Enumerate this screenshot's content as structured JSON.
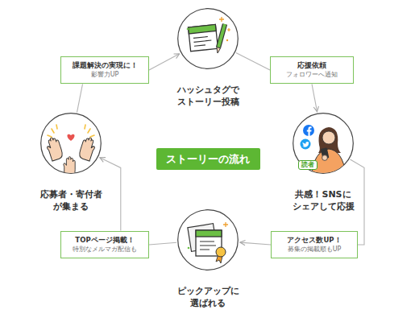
{
  "diagram": {
    "nodes": [
      {
        "text": [
          "ハッシュタグで ストーリー投稿"
        ]
      },
      {
        "text": [
          "応援依頼",
          "フォロワーへ通知"
        ]
      },
      {
        "text": [
          "共感！SNSに シェアして応援"
        ]
      },
      {
        "text": [
          "アクセス数UP！",
          "募集の掲載順もUP"
        ]
      },
      {
        "text": [
          "ピックアップに 選ばれる"
        ]
      },
      {
        "text": [
          "TOPページ掲載！",
          "特別なメルマガ配信も"
        ]
      },
      {
        "text": [
          "応募者・寄付者 が集まる"
        ]
      },
      {
        "text": [
          "課題解決の実現に！",
          "影響力UP"
        ]
      },
      {
        "text": [
          "ストーリーの流れ"
        ]
      }
    ],
    "edges": [
      {
        "from": 0,
        "to": 1,
        "arrow": "none"
      },
      {
        "from": 1,
        "to": 2,
        "arrow": "to"
      },
      {
        "from": 2,
        "to": 3,
        "arrow": "none"
      },
      {
        "from": 3,
        "to": 4,
        "arrow": "to"
      },
      {
        "from": 4,
        "to": 5,
        "arrow": "none"
      },
      {
        "from": 5,
        "to": 6,
        "arrow": "to"
      },
      {
        "from": 6,
        "to": 7,
        "arrow": "none"
      },
      {
        "from": 7,
        "to": 0,
        "arrow": "to"
      }
    ],
    "labels": [
      "読者"
    ]
  }
}
